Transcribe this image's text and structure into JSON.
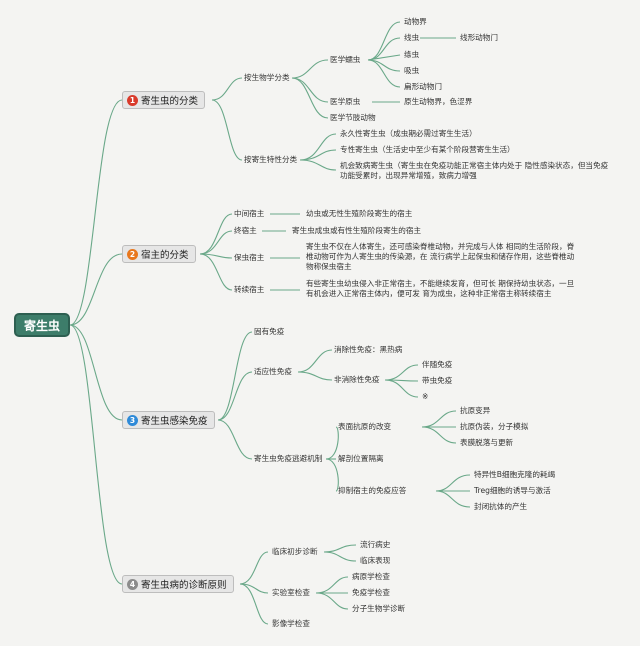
{
  "root": "寄生虫",
  "badge_colors": [
    "#d93a2b",
    "#e8781d",
    "#2e8ad8",
    "#8c8c8c"
  ],
  "cat1": {
    "num": "1",
    "label": "寄生虫的分类",
    "bio": "按生物学分类",
    "helminth": "医学蠕虫",
    "helminth_items": [
      "动物界",
      "线虫",
      "绦虫",
      "吸虫",
      "扁形动物门"
    ],
    "nematode_note": "线形动物门",
    "protozoa": "医学原虫",
    "protozoa_note": "原生动物界，色涩界",
    "arthropod": "医学节肢动物",
    "trait": "按寄生特性分类",
    "trait_items": [
      "永久性寄生虫（成虫期必需过寄生生活）",
      "专性寄生虫（生活史中至少有某个阶段营寄生生活）",
      "机会致病寄生虫（寄生虫在免疫功能正常宿主体内处于 隐性感染状态，但当免疫功能受累时，出现异常增殖，致病力增强"
    ]
  },
  "cat2": {
    "num": "2",
    "label": "宿主的分类",
    "hosts": [
      "中间宿主",
      "终宿主",
      "保虫宿主",
      "转续宿主"
    ],
    "host_notes": [
      "幼虫或无性生殖阶段寄生的宿主",
      "寄生虫成虫或有性生殖阶段寄生的宿主",
      "寄生虫不仅在人体寄生，还可感染脊椎动物，并完成与人体 相同的生活阶段，脊椎动物可作为人寄生虫的传染源，在 流行病学上起保虫和储存作用，这些脊椎动物称保虫宿主",
      "有些寄生虫幼虫侵入非正常宿主，不能继续发育，但可长 期保持幼虫状态，一旦有机会进入正常宿主体内，便可发 育为成虫，这种非正常宿主称转续宿主"
    ]
  },
  "cat3": {
    "num": "3",
    "label": "寄生虫感染免疫",
    "innate": "固有免疫",
    "adaptive": "适应性免疫",
    "sterilizing": "消除性免疫：黑热病",
    "non_sterilizing": "非消除性免疫",
    "non_ster_items": [
      "伴随免疫",
      "带虫免疫",
      "※"
    ],
    "evasion": "寄生虫免疫逃避机制",
    "surface": "表面抗原的改变",
    "surface_items": [
      "抗原变异",
      "抗原伪装，分子模拟",
      "表膜脱落与更新"
    ],
    "anatomic": "解剖位置隔离",
    "suppress": "抑制宿主的免疫应答",
    "suppress_items": [
      "特异性B细胞克隆的耗竭",
      "Treg细胞的诱导与激活",
      "封闭抗体的产生"
    ]
  },
  "cat4": {
    "num": "4",
    "label": "寄生虫病的诊断原则",
    "clinical": "临床初步诊断",
    "clinical_items": [
      "流行病史",
      "临床表现"
    ],
    "lab": "实验室检查",
    "lab_items": [
      "病原学检查",
      "免疫学检查",
      "分子生物学诊断"
    ],
    "imaging": "影像学检查"
  }
}
